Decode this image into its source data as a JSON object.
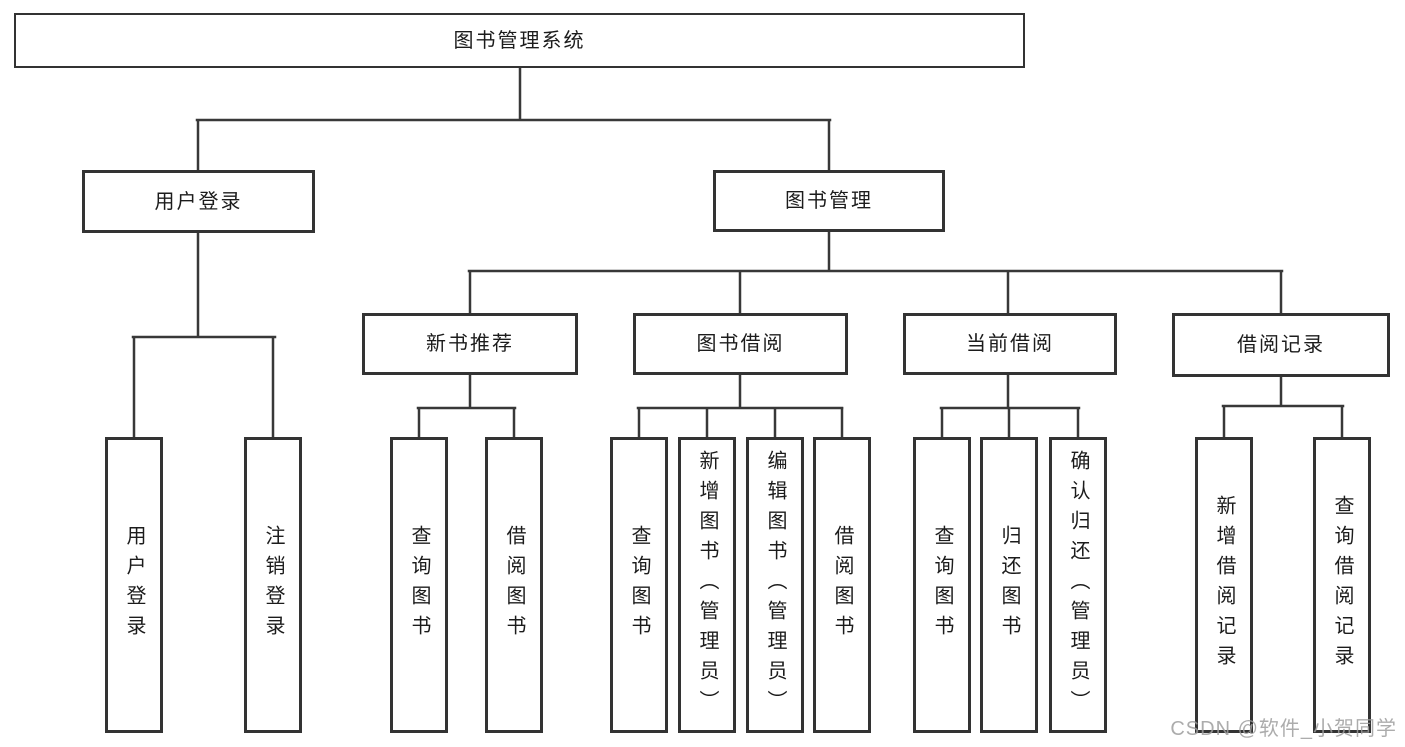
{
  "tree": {
    "root": {
      "label": "图书管理系统"
    },
    "branches": [
      {
        "label": "用户登录",
        "children": [
          {
            "label": "用户登录"
          },
          {
            "label": "注销登录"
          }
        ]
      },
      {
        "label": "图书管理",
        "children": [
          {
            "label": "新书推荐",
            "children": [
              {
                "label": "查询图书"
              },
              {
                "label": "借阅图书"
              }
            ]
          },
          {
            "label": "图书借阅",
            "children": [
              {
                "label": "查询图书"
              },
              {
                "label": "新增图书（管理员）"
              },
              {
                "label": "编辑图书（管理员）"
              },
              {
                "label": "借阅图书"
              }
            ]
          },
          {
            "label": "当前借阅",
            "children": [
              {
                "label": "查询图书"
              },
              {
                "label": "归还图书"
              },
              {
                "label": "确认归还（管理员）"
              }
            ]
          },
          {
            "label": "借阅记录",
            "children": [
              {
                "label": "新增借阅记录"
              },
              {
                "label": "查询借阅记录"
              }
            ]
          }
        ]
      }
    ]
  },
  "watermark": "CSDN @软件_小贺同学",
  "colors": {
    "line": "#383838",
    "border": "#333333",
    "text": "#1c1c1c",
    "watermark": "#9e9e9e"
  }
}
